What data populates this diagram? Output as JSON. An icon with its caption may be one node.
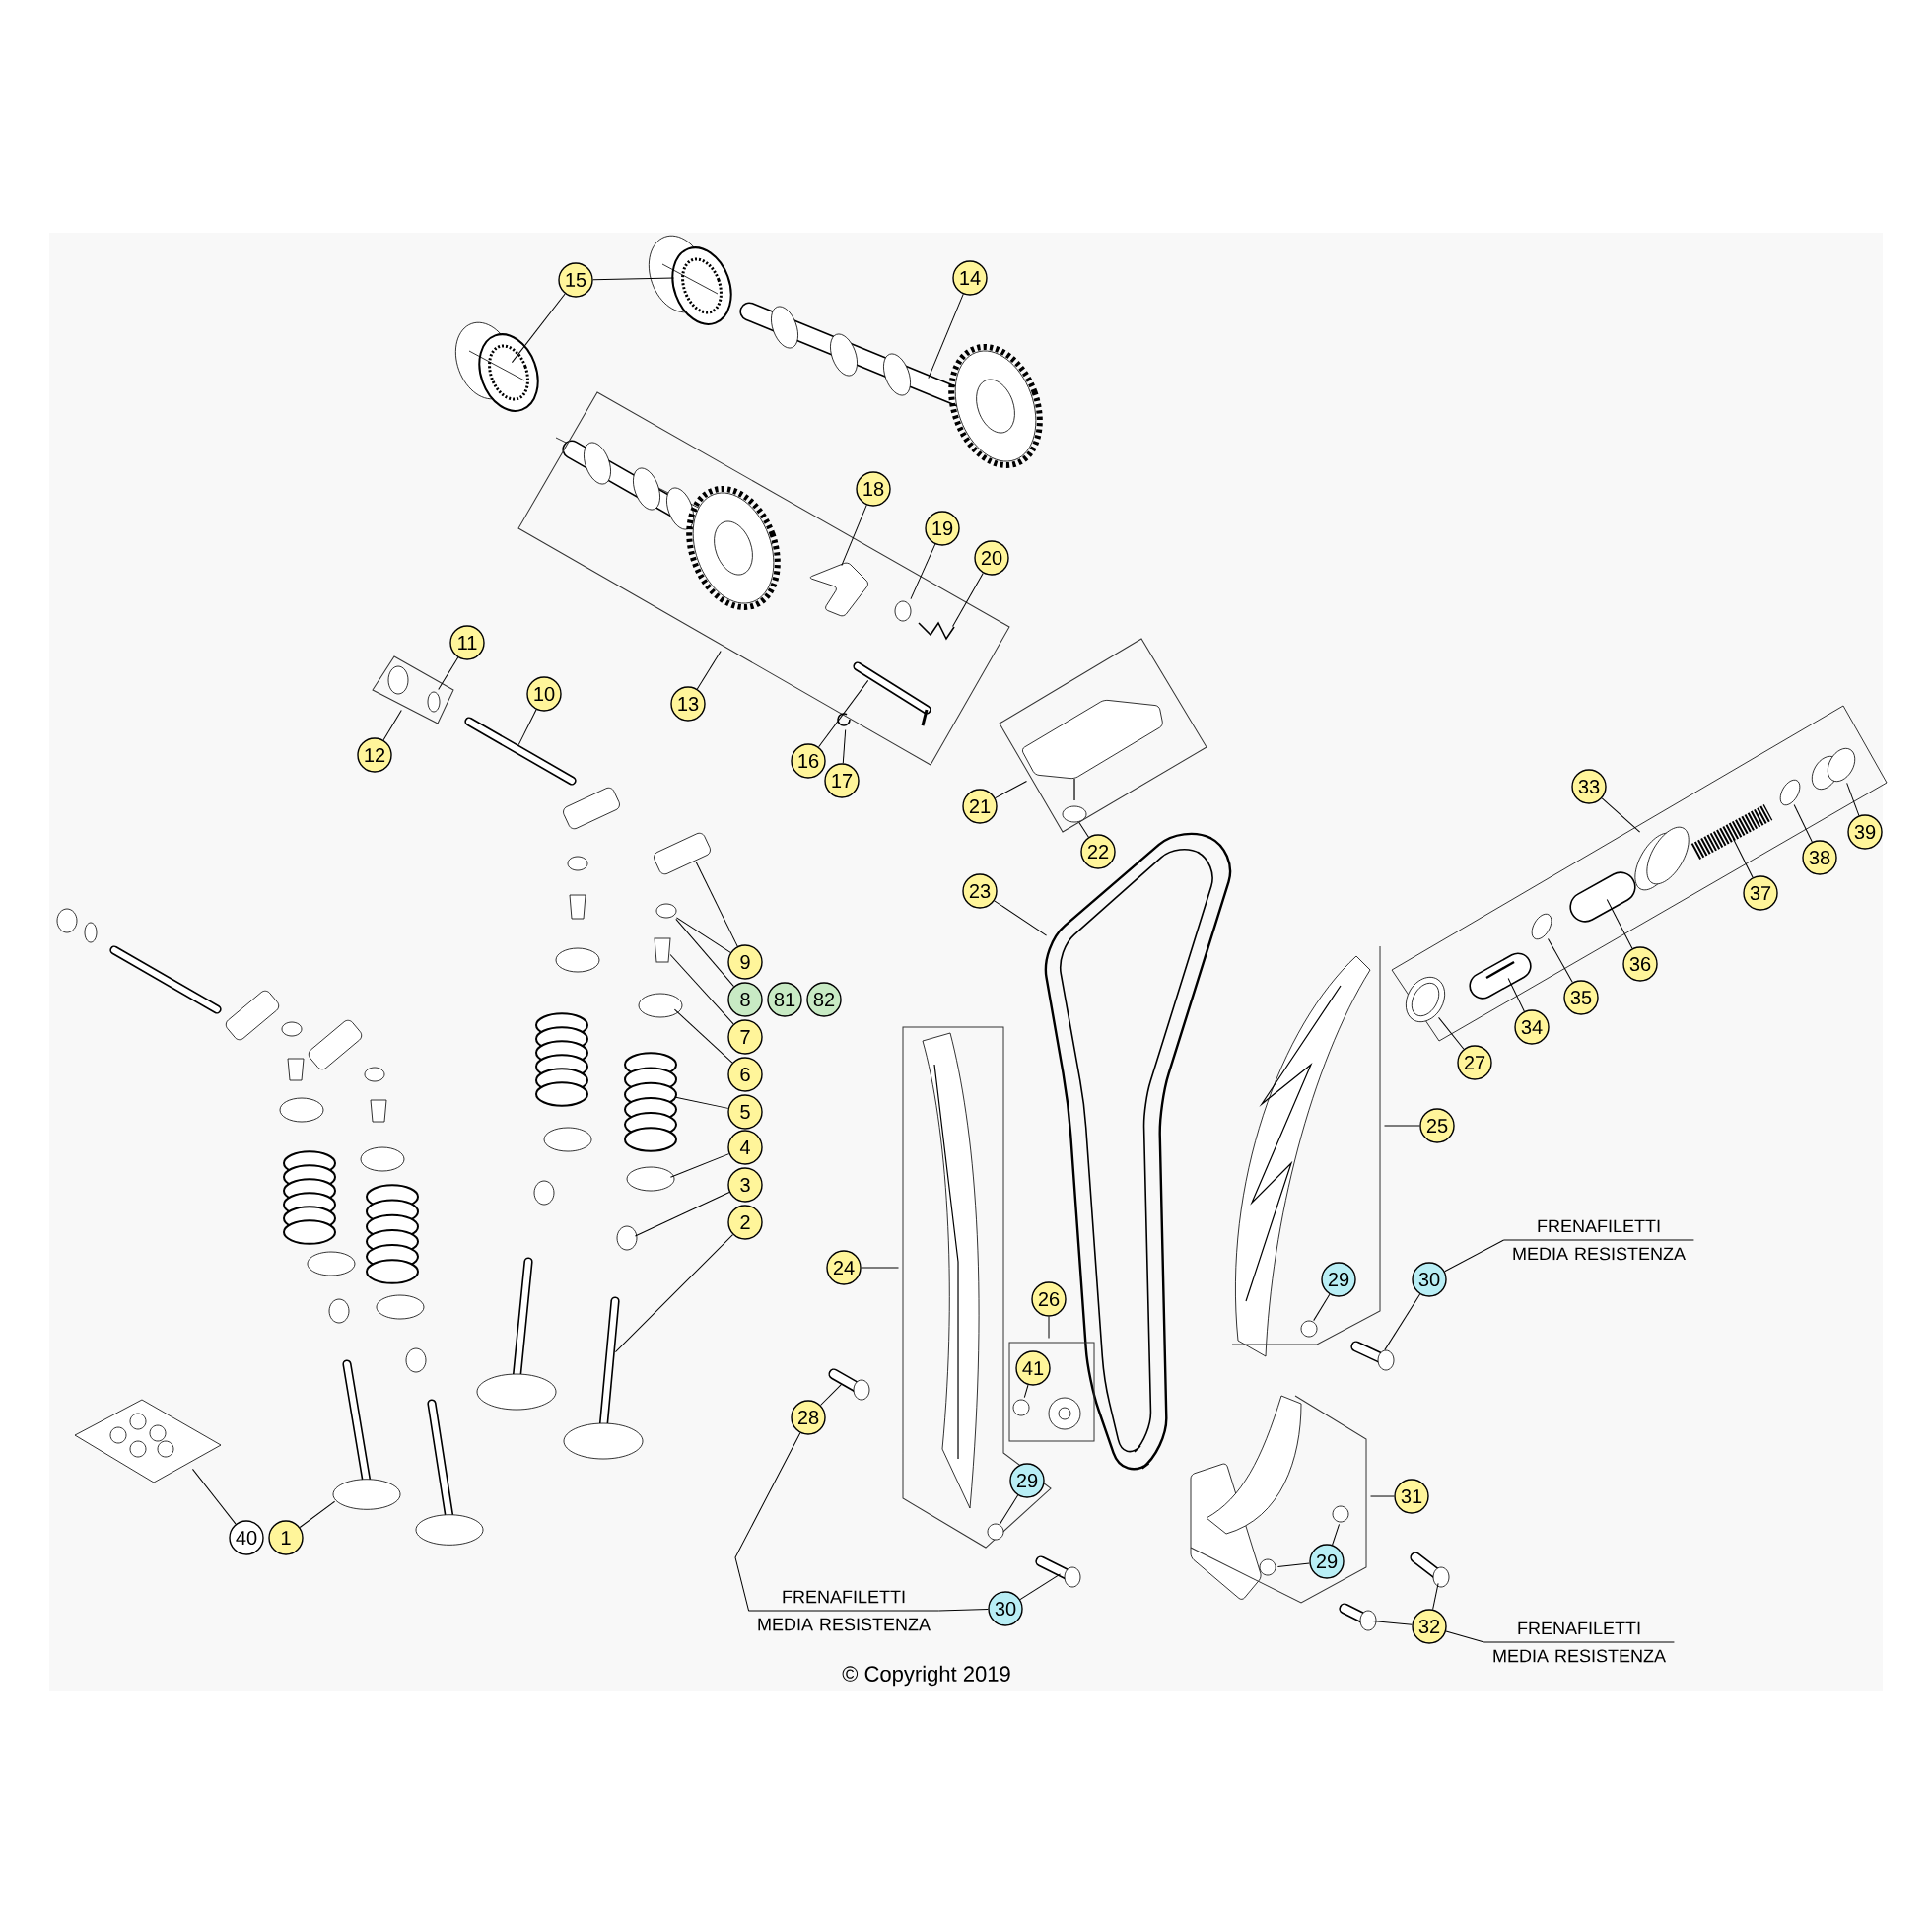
{
  "diagram": {
    "nodes": [
      {
        "text": [
          "15"
        ]
      },
      {
        "text": [
          "14"
        ]
      },
      {
        "text": [
          "18"
        ]
      },
      {
        "text": [
          "19"
        ]
      },
      {
        "text": [
          "20"
        ]
      },
      {
        "text": [
          "11"
        ]
      },
      {
        "text": [
          "10"
        ]
      },
      {
        "text": [
          "13"
        ]
      },
      {
        "text": [
          "12"
        ]
      },
      {
        "text": [
          "16"
        ]
      },
      {
        "text": [
          "17"
        ]
      },
      {
        "text": [
          "21"
        ]
      },
      {
        "text": [
          "33"
        ]
      },
      {
        "text": [
          "22"
        ]
      },
      {
        "text": [
          "39"
        ]
      },
      {
        "text": [
          "38"
        ]
      },
      {
        "text": [
          "37"
        ]
      },
      {
        "text": [
          "23"
        ]
      },
      {
        "text": [
          "9"
        ]
      },
      {
        "text": [
          "36"
        ]
      },
      {
        "text": [
          "8"
        ]
      },
      {
        "text": [
          "81"
        ]
      },
      {
        "text": [
          "82"
        ]
      },
      {
        "text": [
          "35"
        ]
      },
      {
        "text": [
          "34"
        ]
      },
      {
        "text": [
          "7"
        ]
      },
      {
        "text": [
          "27"
        ]
      },
      {
        "text": [
          "6"
        ]
      },
      {
        "text": [
          "5"
        ]
      },
      {
        "text": [
          "25"
        ]
      },
      {
        "text": [
          "4"
        ]
      },
      {
        "text": [
          "3"
        ]
      },
      {
        "text": [
          "2"
        ]
      },
      {
        "text": [
          "24"
        ]
      },
      {
        "text": [
          "FRENAFILETTI MEDIA RESISTENZA"
        ]
      },
      {
        "text": [
          "29"
        ],
        "in": 77
      },
      {
        "text": [
          "30"
        ]
      },
      {
        "text": [
          "26"
        ]
      },
      {
        "text": [
          "41"
        ],
        "in": 84
      },
      {
        "text": [
          "28"
        ]
      },
      {
        "text": [
          "29"
        ],
        "in": 81
      },
      {
        "text": [
          "31"
        ]
      },
      {
        "text": [
          "40"
        ]
      },
      {
        "text": [
          "1"
        ]
      },
      {
        "text": [
          "29"
        ],
        "in": 88
      },
      {
        "text": [
          "30"
        ]
      },
      {
        "text": [
          "FRENAFILETTI MEDIA RESISTENZA"
        ]
      },
      {
        "text": [
          "32"
        ]
      },
      {
        "text": [
          "FRENAFILETTI MEDIA RESISTENZA"
        ]
      },
      {
        "text": [],
        "shape": "cylinder"
      },
      {
        "text": [],
        "shape": "cylinder"
      },
      {
        "text": [],
        "shape": "picture"
      },
      {
        "text": [],
        "shape": "picture",
        "in": 57
      },
      {
        "text": [],
        "shape": "circle",
        "in": 57
      },
      {
        "text": [],
        "shape": "picture",
        "in": 57
      },
      {
        "text": [],
        "shape": "circle",
        "in": 58
      },
      {
        "text": [],
        "shape": "picture"
      },
      {
        "text": [],
        "shape": "box"
      },
      {
        "text": [],
        "shape": "box"
      },
      {
        "text": [],
        "shape": "picture",
        "in": 57
      },
      {
        "text": [],
        "shape": "picture",
        "in": 57
      },
      {
        "text": [],
        "shape": "box"
      },
      {
        "text": [],
        "shape": "picture"
      },
      {
        "text": [],
        "shape": "circle",
        "in": 61
      },
      {
        "text": [],
        "shape": "picture"
      },
      {
        "text": [],
        "shape": "picture"
      },
      {
        "text": [],
        "shape": "picture"
      },
      {
        "text": [],
        "shape": "picture"
      },
      {
        "text": [],
        "shape": "picture"
      },
      {
        "text": [],
        "shape": "circle"
      },
      {
        "text": [],
        "shape": "picture"
      },
      {
        "text": [],
        "shape": "box"
      },
      {
        "text": [],
        "shape": "picture"
      },
      {
        "text": [],
        "shape": "picture"
      },
      {
        "text": [],
        "shape": "circle"
      },
      {
        "text": [],
        "shape": "picture"
      },
      {
        "text": [],
        "shape": "picture"
      },
      {
        "text": [],
        "shape": "box"
      },
      {
        "text": [],
        "shape": "circle"
      },
      {
        "text": [],
        "shape": "circle"
      },
      {
        "text": [],
        "shape": "picture"
      },
      {
        "text": [],
        "shape": "box"
      },
      {
        "text": [],
        "shape": "circle",
        "in": 77
      },
      {
        "text": [],
        "shape": "picture"
      },
      {
        "text": [],
        "shape": "box"
      },
      {
        "text": [],
        "shape": "circle",
        "in": 84
      },
      {
        "text": [],
        "shape": "picture"
      },
      {
        "text": [],
        "shape": "circle",
        "in": 81
      },
      {
        "text": [],
        "shape": "box"
      },
      {
        "text": [],
        "shape": "picture"
      },
      {
        "text": [],
        "shape": "picture"
      },
      {
        "text": [],
        "shape": "circle",
        "in": 88
      },
      {
        "text": [],
        "shape": "circle",
        "in": 88
      },
      {
        "text": [],
        "shape": "picture"
      },
      {
        "text": [],
        "shape": "picture"
      },
      {
        "text": [],
        "shape": "picture"
      }
    ],
    "edges": [
      {
        "from": 0,
        "to": 49,
        "arrow": "none"
      },
      {
        "from": 0,
        "to": 50,
        "arrow": "none"
      },
      {
        "from": 1,
        "to": 51,
        "arrow": "none"
      },
      {
        "from": 2,
        "to": 52,
        "arrow": "none"
      },
      {
        "from": 3,
        "to": 53,
        "arrow": "none"
      },
      {
        "from": 4,
        "to": 54,
        "arrow": "none"
      },
      {
        "from": 5,
        "to": 55,
        "arrow": "none"
      },
      {
        "from": 6,
        "to": 56,
        "arrow": "none"
      },
      {
        "from": 7,
        "to": 57,
        "arrow": "none"
      },
      {
        "from": 8,
        "to": 58,
        "arrow": "none"
      },
      {
        "from": 9,
        "to": 59,
        "arrow": "none"
      },
      {
        "from": 10,
        "to": 60,
        "arrow": "none"
      },
      {
        "from": 11,
        "to": 61,
        "arrow": "none"
      },
      {
        "from": 12,
        "to": 62,
        "arrow": "none"
      },
      {
        "from": 13,
        "to": 63,
        "arrow": "none"
      },
      {
        "from": 14,
        "to": 64,
        "arrow": "none"
      },
      {
        "from": 15,
        "to": 65,
        "arrow": "none"
      },
      {
        "from": 16,
        "to": 66,
        "arrow": "none"
      },
      {
        "from": 17,
        "to": 67,
        "arrow": "none"
      },
      {
        "from": 18,
        "to": 68,
        "arrow": "none"
      },
      {
        "from": 18,
        "to": 69,
        "arrow": "none"
      },
      {
        "from": 19,
        "to": 70,
        "arrow": "none"
      },
      {
        "from": 20,
        "to": 69,
        "arrow": "none"
      },
      {
        "from": 23,
        "to": 72,
        "arrow": "none"
      },
      {
        "from": 24,
        "to": 73,
        "arrow": "none"
      },
      {
        "from": 25,
        "to": 71,
        "arrow": "none"
      },
      {
        "from": 26,
        "to": 75,
        "arrow": "none"
      },
      {
        "from": 27,
        "to": 74,
        "arrow": "none"
      },
      {
        "from": 28,
        "to": 76,
        "arrow": "none"
      },
      {
        "from": 29,
        "to": 77,
        "arrow": "none"
      },
      {
        "from": 30,
        "to": 78,
        "arrow": "none"
      },
      {
        "from": 31,
        "to": 79,
        "arrow": "none"
      },
      {
        "from": 32,
        "to": 80,
        "arrow": "none"
      },
      {
        "from": 33,
        "to": 81,
        "arrow": "none"
      },
      {
        "from": 36,
        "to": 34,
        "arrow": "none"
      },
      {
        "from": 36,
        "to": 83,
        "arrow": "none"
      },
      {
        "from": 35,
        "to": 82,
        "arrow": "none"
      },
      {
        "from": 37,
        "to": 84,
        "arrow": "none"
      },
      {
        "from": 38,
        "to": 85,
        "arrow": "none"
      },
      {
        "from": 39,
        "to": 86,
        "arrow": "none"
      },
      {
        "from": 39,
        "to": 46,
        "arrow": "none"
      },
      {
        "from": 40,
        "to": 87,
        "arrow": "none"
      },
      {
        "from": 41,
        "to": 88,
        "arrow": "none"
      },
      {
        "from": 42,
        "to": 89,
        "arrow": "none"
      },
      {
        "from": 43,
        "to": 90,
        "arrow": "none"
      },
      {
        "from": 44,
        "to": 91,
        "arrow": "none"
      },
      {
        "from": 44,
        "to": 92,
        "arrow": "none"
      },
      {
        "from": 45,
        "to": 46,
        "arrow": "none"
      },
      {
        "from": 45,
        "to": 93,
        "arrow": "none"
      },
      {
        "from": 47,
        "to": 48,
        "arrow": "none"
      },
      {
        "from": 47,
        "to": 94,
        "arrow": "none"
      },
      {
        "from": 47,
        "to": 95,
        "arrow": "none"
      }
    ],
    "labels": [
      "© Copyright 2019"
    ]
  }
}
